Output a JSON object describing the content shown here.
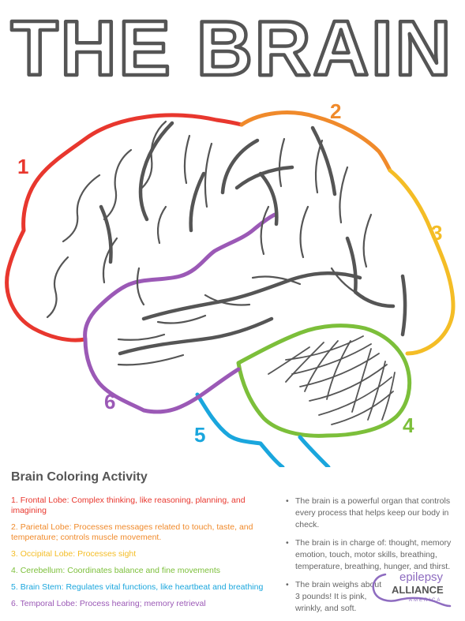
{
  "title": "THE BRAIN",
  "lobe_numbers": [
    "1",
    "2",
    "3",
    "4",
    "5",
    "6"
  ],
  "colors": {
    "frontal": "#e8372e",
    "parietal": "#f08a2b",
    "occipital": "#f4bd26",
    "cerebellum": "#7cbf3a",
    "brain_stem": "#1aa6dd",
    "temporal": "#9b59b6",
    "outline": "#555555"
  },
  "activity": {
    "heading": "Brain Coloring Activity",
    "lobes": [
      {
        "num": "1.",
        "name": "Frontal Lobe",
        "desc": "Complex thinking, like reasoning, planning, and imagining"
      },
      {
        "num": "2.",
        "name": "Parietal Lobe",
        "desc": "Processes messages related to touch, taste, and temperature; controls muscle movement."
      },
      {
        "num": "3.",
        "name": "Occipital Lobe",
        "desc": "Processes sight"
      },
      {
        "num": "4.",
        "name": "Cerebellum",
        "desc": "Coordinates balance and fine movements"
      },
      {
        "num": "5.",
        "name": "Brain Stem",
        "desc": "Regulates vital functions, like heartbeat and breathing"
      },
      {
        "num": "6.",
        "name": "Temporal Lobe",
        "desc": "Process hearing; memory retrieval"
      }
    ]
  },
  "facts": [
    "The brain is a powerful organ that controls every process that helps keep our body in check.",
    "The brain is in charge of: thought, memory emotion, touch, motor skills, breathing, temperature, breathing, hunger, and thirst.",
    "The brain weighs about 3 pounds! It is pink, wrinkly, and soft."
  ],
  "logo": {
    "line1": "epilepsy",
    "line2": "ALLIANCE",
    "line3": "AMERICA"
  }
}
